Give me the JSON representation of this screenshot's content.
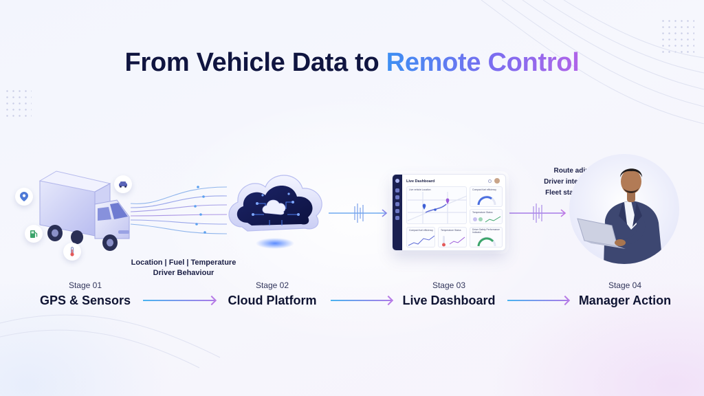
{
  "title": {
    "prefix": "From Vehicle Data to",
    "accent": "Remote Control"
  },
  "sensor_caption": {
    "line1": "Location | Fuel | Temperature",
    "line2": "Driver Behaviour"
  },
  "stages": [
    {
      "number": "Stage 01",
      "name": "GPS & Sensors"
    },
    {
      "number": "Stage 02",
      "name": "Cloud Platform"
    },
    {
      "number": "Stage 03",
      "name": "Live Dashboard"
    },
    {
      "number": "Stage 04",
      "name": "Manager Action"
    }
  ],
  "dashboard": {
    "title": "Live Dashboard",
    "cards": {
      "map": "Live vehicle Location",
      "fuel_efficiency": "Compact fuel efficiency",
      "temperature": "Temperature Status",
      "compact_fuel": "Compact fuel efficiency",
      "temp_status": "Temperature Status",
      "driver_safety": "Driver Safety Performance Indicator"
    }
  },
  "manager_actions": [
    "Route adjustment",
    "Driver intervention",
    "Fleet status decision"
  ],
  "icons": {
    "sensors": [
      "location-pin-icon",
      "car-icon",
      "fuel-pump-icon",
      "thermometer-icon"
    ],
    "flow": "arrow-right-icon"
  },
  "colors": {
    "title": "#101540",
    "accent_start": "#3d8ff2",
    "accent_end": "#b064e8",
    "arrow_start": "#49b4f0",
    "arrow_end": "#a97ae8"
  }
}
